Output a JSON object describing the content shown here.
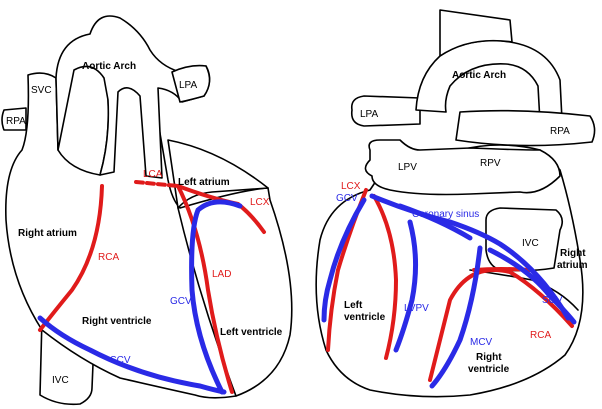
{
  "colors": {
    "artery": "#e01b1b",
    "vein": "#2a2ae6",
    "outline": "#000000"
  },
  "anterior": {
    "labels": {
      "aortic_arch": "Aortic Arch",
      "svc": "SVC",
      "rpa": "RPA",
      "lpa": "LPA",
      "lca": "LCA",
      "left_atrium": "Left atrium",
      "lcx": "LCX",
      "right_atrium": "Right atrium",
      "rca": "RCA",
      "lad": "LAD",
      "gcv": "GCV",
      "right_ventricle": "Right ventricle",
      "left_ventricle": "Left ventricle",
      "scv": "SCV",
      "ivc": "IVC"
    }
  },
  "posterior": {
    "labels": {
      "aortic_arch": "Aortic Arch",
      "lpa": "LPA",
      "rpa": "RPA",
      "lpv": "LPV",
      "rpv": "RPV",
      "lcx": "LCX",
      "gcv": "GCV",
      "coronary_sinus": "Coronary sinus",
      "ivc": "IVC",
      "right_atrium_1": "Right",
      "right_atrium_2": "atrium",
      "left_ventricle_1": "Left",
      "left_ventricle_2": "ventricle",
      "lvpv": "LVPV",
      "scv": "SCV",
      "mcv": "MCV",
      "rca": "RCA",
      "right_ventricle_1": "Right",
      "right_ventricle_2": "ventricle"
    }
  }
}
